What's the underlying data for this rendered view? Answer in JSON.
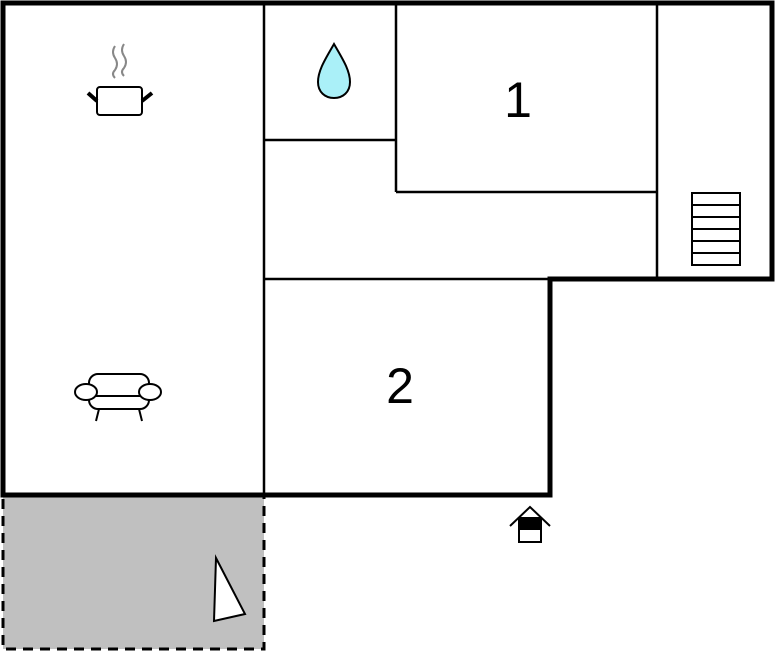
{
  "floorplan": {
    "rooms": [
      {
        "id": "bedroom-1",
        "label": "1"
      },
      {
        "id": "bedroom-2",
        "label": "2"
      }
    ],
    "icons": [
      {
        "name": "kitchen-pot-icon",
        "room": "kitchen"
      },
      {
        "name": "water-drop-icon",
        "room": "bathroom"
      },
      {
        "name": "stairs-icon",
        "room": "stairwell"
      },
      {
        "name": "sofa-icon",
        "room": "living-room"
      },
      {
        "name": "entrance-icon",
        "location": "front-door"
      },
      {
        "name": "terrace-sail-icon",
        "location": "terrace"
      }
    ],
    "colors": {
      "wall": "#000000",
      "terrace_fill": "#c0c0c0",
      "water": "#aaf0f8",
      "steam": "#888888"
    }
  }
}
